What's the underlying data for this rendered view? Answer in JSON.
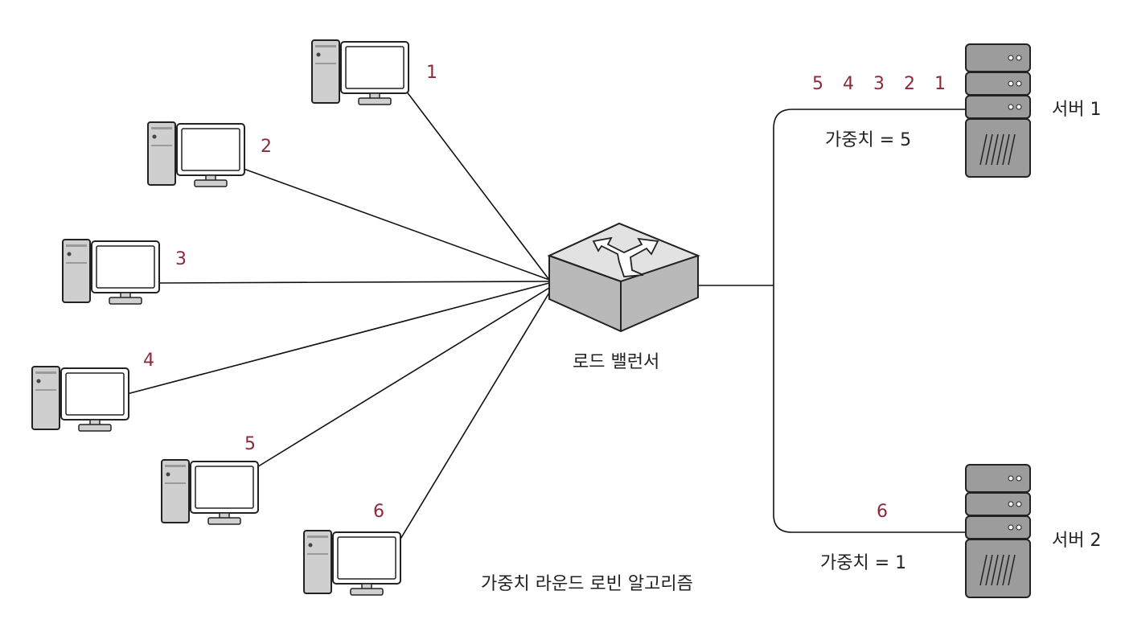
{
  "title": "가중치 라운드 로빈 알고리즘",
  "load_balancer": {
    "label": "로드 밸런서"
  },
  "clients": [
    {
      "label": "1"
    },
    {
      "label": "2"
    },
    {
      "label": "3"
    },
    {
      "label": "4"
    },
    {
      "label": "5"
    },
    {
      "label": "6"
    }
  ],
  "servers": [
    {
      "name": "서버 1",
      "weight": "가중치 = 5",
      "queue": [
        "5",
        "4",
        "3",
        "2",
        "1"
      ]
    },
    {
      "name": "서버 2",
      "weight": "가중치 = 1",
      "queue": [
        "6"
      ]
    }
  ],
  "colors": {
    "number": "#8b2a3c",
    "device_fill": "#d6d6d6",
    "device_dark": "#8a8a8a",
    "stroke": "#222222"
  }
}
